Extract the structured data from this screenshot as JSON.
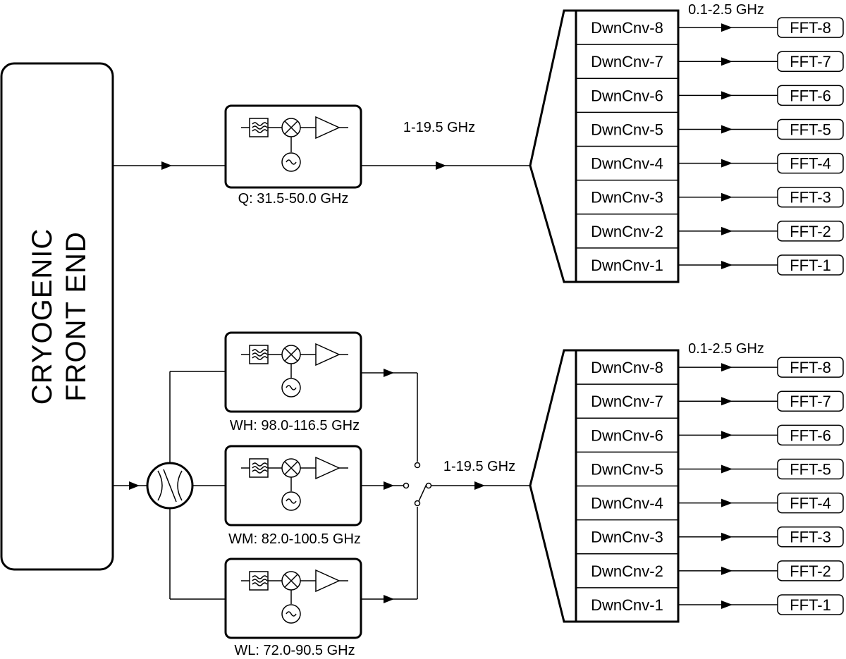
{
  "front_end": {
    "lines": [
      "CRYOGENIC",
      "FRONT END"
    ]
  },
  "top_chain": {
    "band_label": "Q: 31.5-50.0 GHz",
    "if_label": "1-19.5 GHz",
    "sub_label": "0.1-2.5 GHz"
  },
  "bottom_chain": {
    "bands": [
      {
        "label": "WH: 98.0-116.5 GHz"
      },
      {
        "label": "WM: 82.0-100.5 GHz"
      },
      {
        "label": "WL: 72.0-90.5 GHz"
      }
    ],
    "if_label": "1-19.5 GHz",
    "sub_label": "0.1-2.5 GHz"
  },
  "downconverters": [
    "DwnCnv-8",
    "DwnCnv-7",
    "DwnCnv-6",
    "DwnCnv-5",
    "DwnCnv-4",
    "DwnCnv-3",
    "DwnCnv-2",
    "DwnCnv-1"
  ],
  "ffts": [
    "FFT-8",
    "FFT-7",
    "FFT-6",
    "FFT-5",
    "FFT-4",
    "FFT-3",
    "FFT-2",
    "FFT-1"
  ],
  "icons": {
    "filter": "bandpass-filter-icon",
    "mixer": "mixer-icon",
    "oscillator": "oscillator-icon",
    "amplifier": "amplifier-icon",
    "diplexer": "frequency-splitter-icon",
    "switch": "rf-switch-icon"
  }
}
